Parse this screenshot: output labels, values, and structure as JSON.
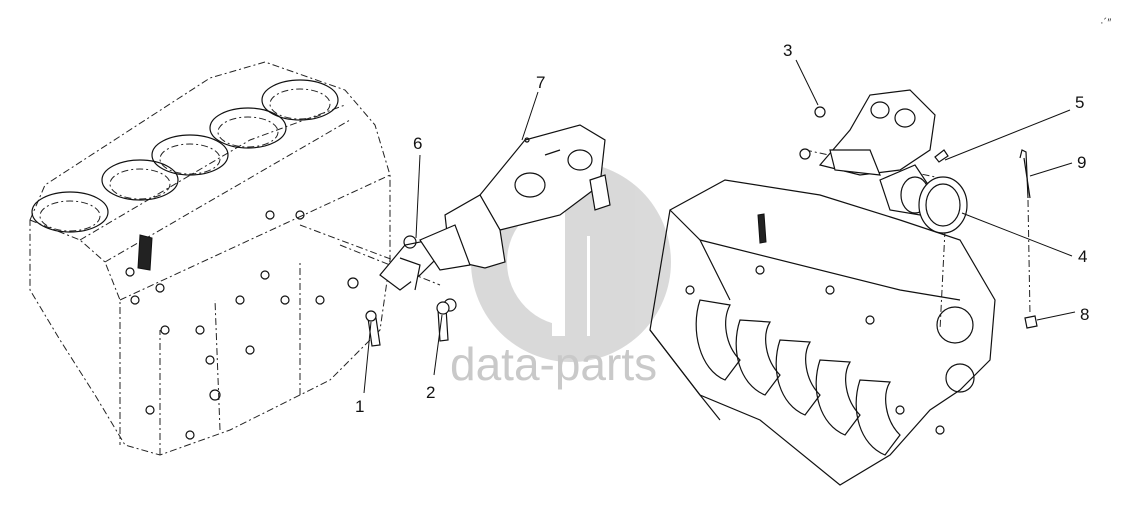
{
  "watermark": {
    "text": "data-parts",
    "color": "#cfcfcf"
  },
  "callouts": [
    {
      "id": "1",
      "label": "1"
    },
    {
      "id": "2",
      "label": "2"
    },
    {
      "id": "3",
      "label": "3"
    },
    {
      "id": "4",
      "label": "4"
    },
    {
      "id": "5",
      "label": "5"
    },
    {
      "id": "6",
      "label": "6"
    },
    {
      "id": "7",
      "label": "7"
    },
    {
      "id": "8",
      "label": "8"
    },
    {
      "id": "9",
      "label": "9"
    }
  ],
  "corner_mark": "·´″"
}
